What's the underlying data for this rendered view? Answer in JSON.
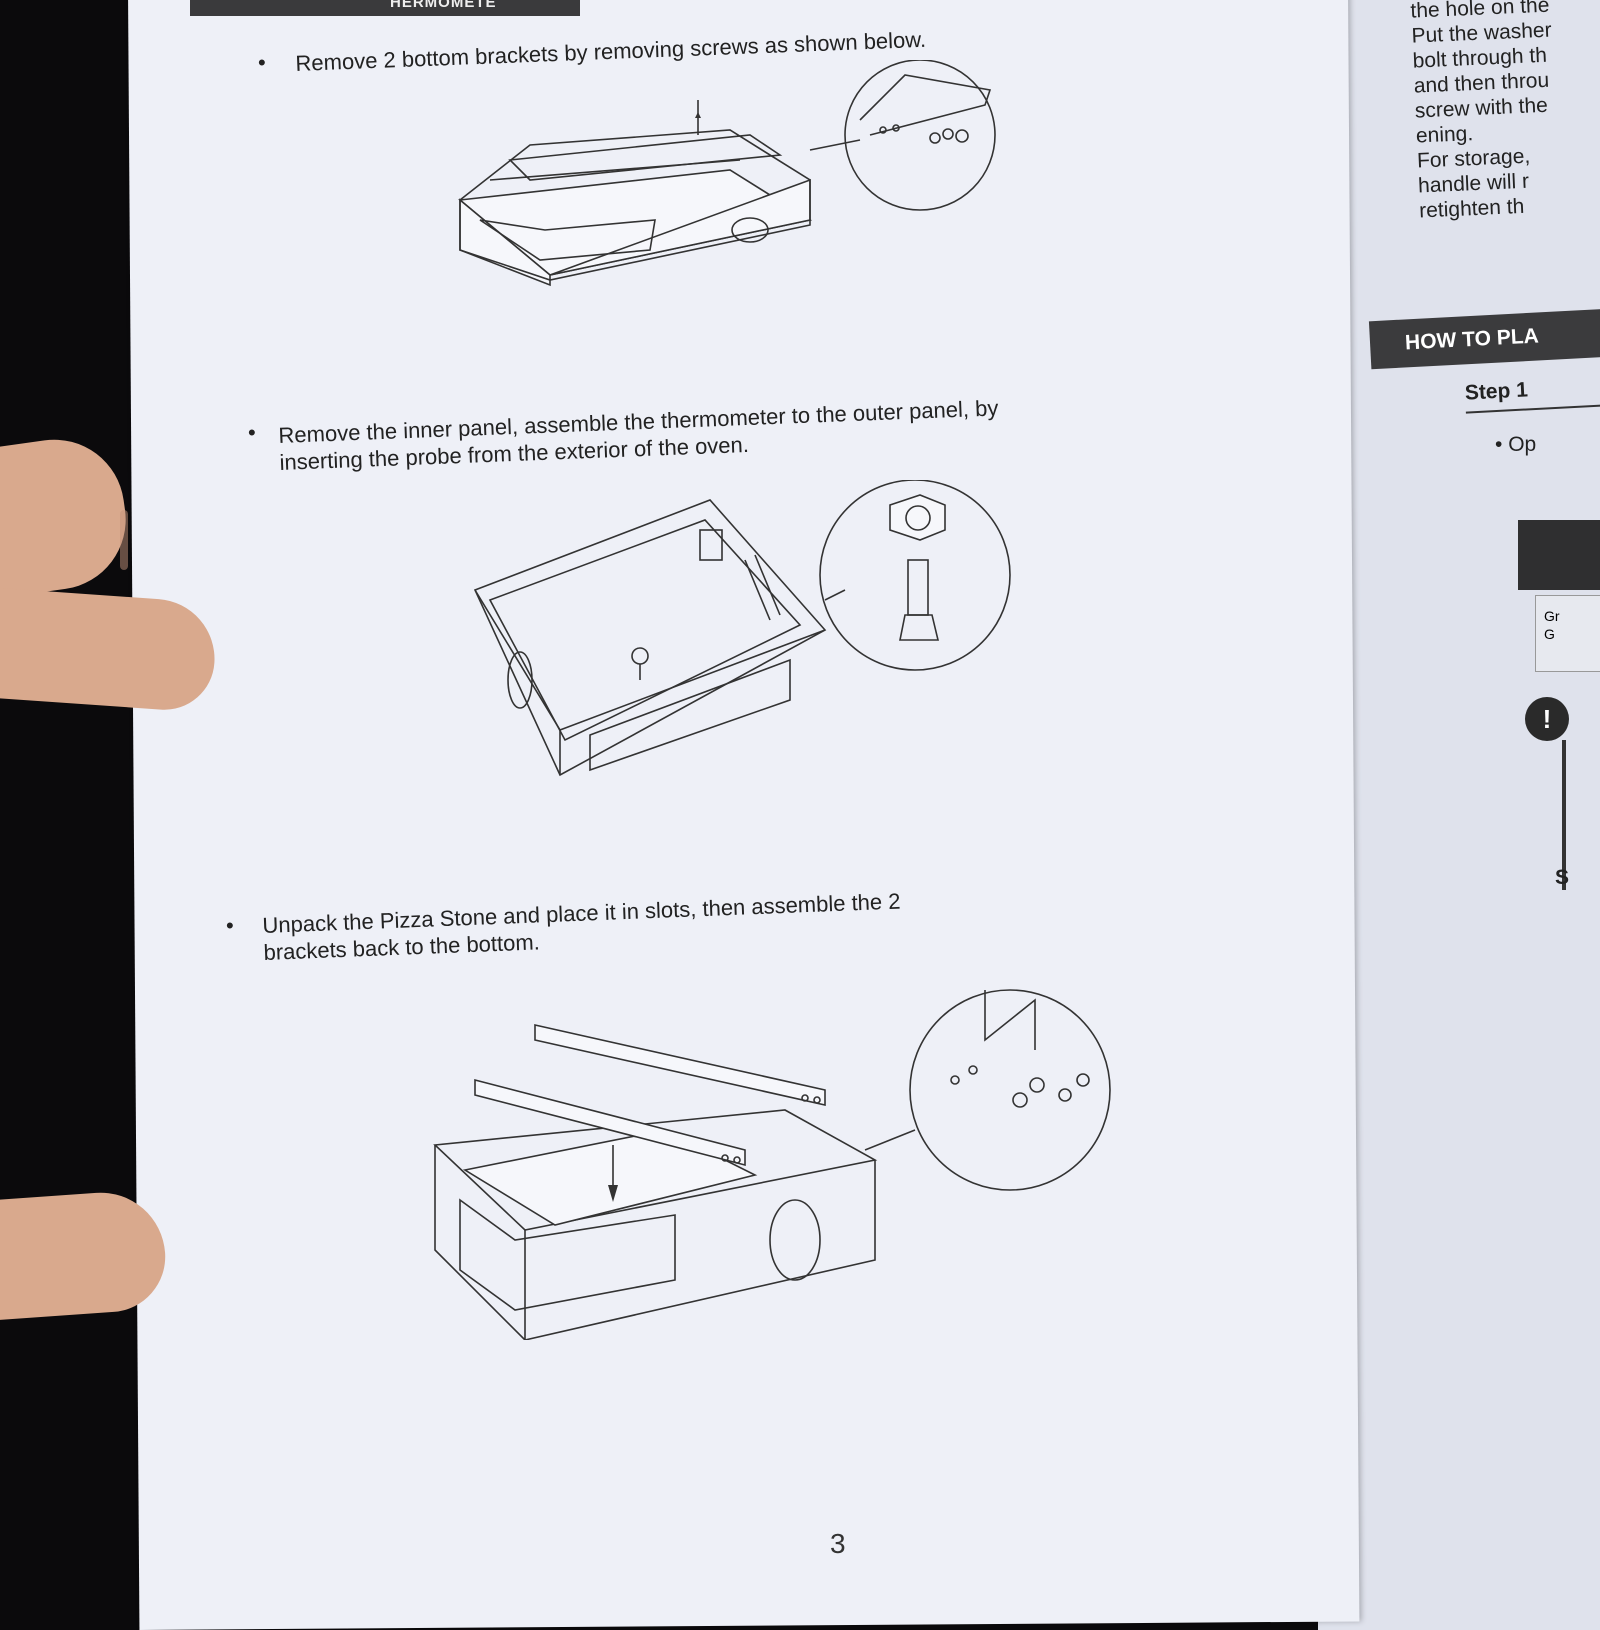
{
  "header": {
    "tab_label": "HERMOMETE"
  },
  "steps": [
    {
      "text_line1": "Remove 2 bottom brackets by removing screws as shown below.",
      "text_line2": ""
    },
    {
      "text_line1": "Remove the inner panel, assemble the thermometer to the outer panel, by",
      "text_line2": "inserting the probe from the exterior of the oven."
    },
    {
      "text_line1": "Unpack the Pizza Stone and place it in slots, then assemble the 2",
      "text_line2": "brackets back to the bottom."
    }
  ],
  "page_number": "3",
  "right_page": {
    "lines": [
      "the hole on the",
      "Put the washer",
      "bolt through th",
      "and then throu",
      "screw with the",
      "ening.",
      "For storage,",
      "handle will r",
      "retighten th"
    ],
    "section_title": "HOW TO PLA",
    "step_label": "Step 1",
    "bullet_text": "Op",
    "box_text_1": "Gr",
    "box_text_2": "G",
    "warning_symbol": "!",
    "side_letter": "S"
  }
}
